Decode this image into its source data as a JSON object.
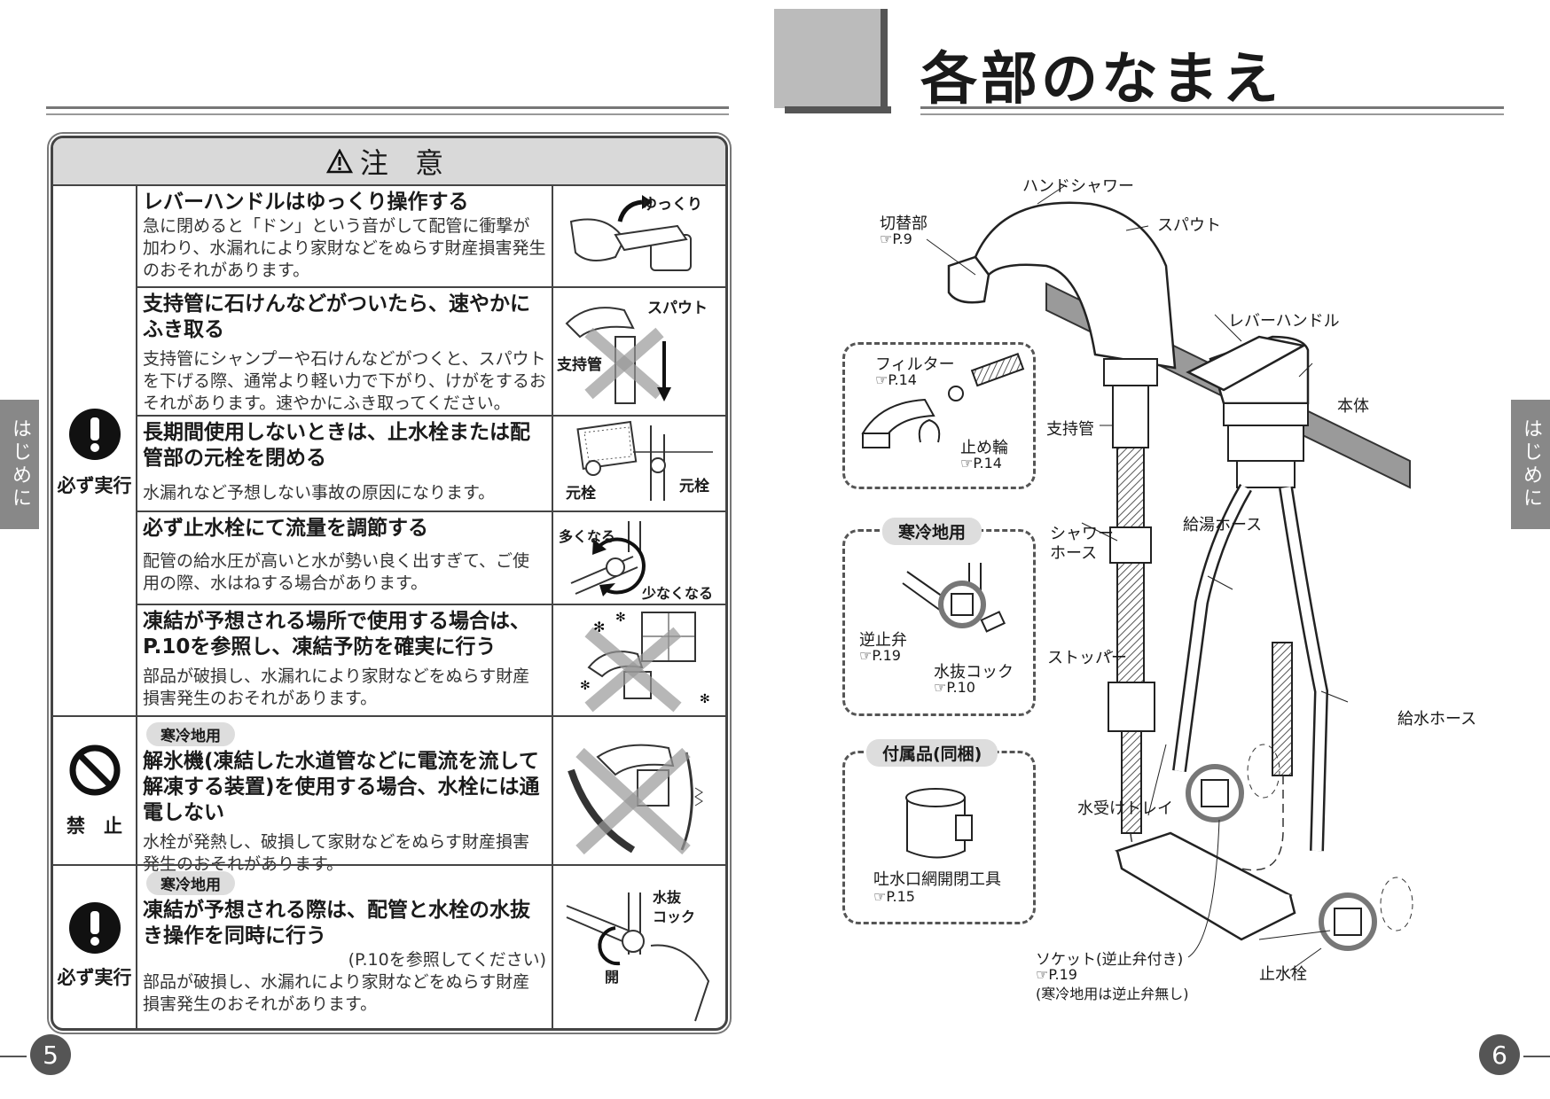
{
  "left_page": {
    "caution_title": "注 意",
    "rows": [
      {
        "title": "レバーハンドルはゆっくり操作する",
        "body": "急に閉めると「ドン」という音がして配管に衝撃が加わり、水漏れにより家財などをぬらす財産損害発生のおそれがあります。",
        "pic_labels": [
          "ゆっくり"
        ]
      },
      {
        "title": "支持管に石けんなどがついたら、速やかにふき取る",
        "body": "支持管にシャンプーや石けんなどがつくと、スパウトを下げる際、通常より軽い力で下がり、けがをするおそれがあります。速やかにふき取ってください。",
        "pic_labels": [
          "スパウト",
          "支持管"
        ]
      },
      {
        "title": "長期間使用しないときは、止水栓または配管部の元栓を閉める",
        "body": "水漏れなど予想しない事故の原因になります。",
        "pic_labels": [
          "元栓",
          "元栓"
        ]
      },
      {
        "title": "必ず止水栓にて流量を調節する",
        "body": "配管の給水圧が高いと水が勢い良く出すぎて、ご使用の際、水はねする場合があります。",
        "pic_labels": [
          "多くなる",
          "少なくなる"
        ]
      },
      {
        "title": "凍結が予想される場所で使用する場合は、P.10を参照し、凍結予防を確実に行う",
        "body": "部品が破損し、水漏れにより家財などをぬらす財産損害発生のおそれがあります。",
        "pic_labels": []
      },
      {
        "tag": "寒冷地用",
        "title": "解氷機(凍結した水道管などに電流を流して解凍する装置)を使用する場合、水栓には通電しない",
        "body": "水栓が発熱し、破損して家財などをぬらす財産損害発生のおそれがあります。",
        "pic_labels": []
      },
      {
        "tag": "寒冷地用",
        "title": "凍結が予想される際は、配管と水栓の水抜き操作を同時に行う",
        "note": "(P.10を参照してください)",
        "body": "部品が破損し、水漏れにより家財などをぬらす財産損害発生のおそれがあります。",
        "pic_labels": [
          "水抜",
          "コック",
          "開"
        ]
      }
    ],
    "symbols": {
      "must": "必ず実行",
      "prohibit": "禁　止",
      "must2": "必ず実行"
    },
    "side_tab": "はじめに",
    "page_number": "5"
  },
  "right_page": {
    "title": "各部のなまえ",
    "side_tab": "はじめに",
    "page_number": "6",
    "labels": {
      "hand_shower": "ハンドシャワー",
      "spout": "スパウト",
      "switch": "切替部",
      "switch_ref": "P.9",
      "lever": "レバーハンドル",
      "body": "本体",
      "support_pipe": "支持管",
      "shower_hose": "シャワー",
      "shower_hose2": "ホース",
      "hot_hose": "給湯ホース",
      "stopper": "ストッパー",
      "water_hose": "給水ホース",
      "tray": "水受けトレイ",
      "socket": "ソケット(逆止弁付き)",
      "socket_ref": "P.19",
      "socket_note": "(寒冷地用は逆止弁無し)",
      "stop_valve": "止水栓"
    },
    "filter_box": {
      "filter": "フィルター",
      "filter_ref": "P.14",
      "ring": "止め輪",
      "ring_ref": "P.14"
    },
    "cold_box": {
      "tag": "寒冷地用",
      "check_valve": "逆止弁",
      "check_ref": "P.19",
      "drain": "水抜コック",
      "drain_ref": "P.10"
    },
    "accessory_box": {
      "tag": "付属品(同梱)",
      "tool": "吐水口網開閉工具",
      "tool_ref": "P.15"
    }
  }
}
